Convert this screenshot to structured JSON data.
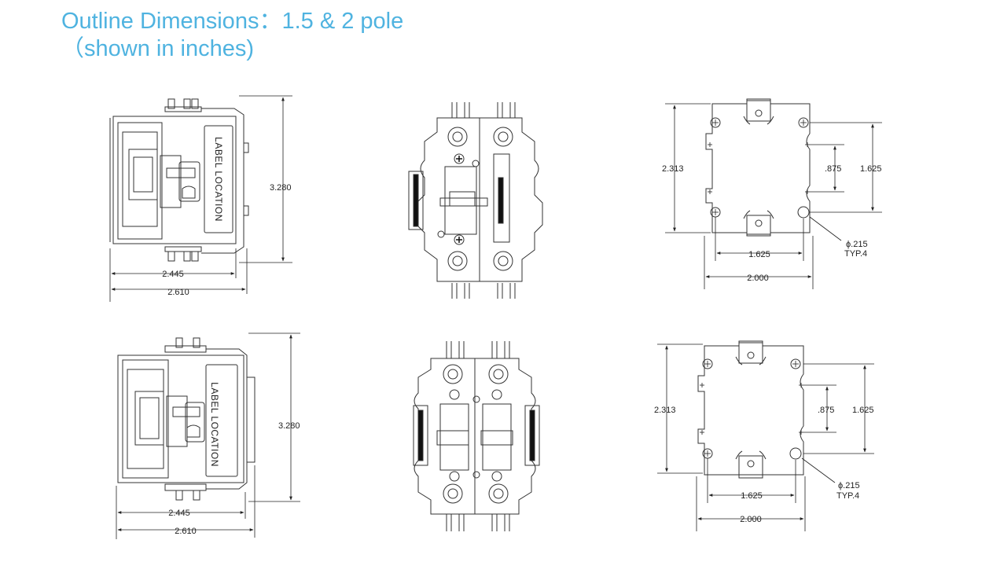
{
  "title": {
    "line1": "Outline Dimensions：1.5 & 2 pole",
    "line2": "（shown in inches)"
  },
  "accent_color": "#4fb3e0",
  "rows": [
    {
      "side_view": {
        "label": "LABEL LOCATION",
        "height": "3.280",
        "width_inner": "2.445",
        "width_outer": "2.610"
      },
      "mount_view": {
        "height": "2.313",
        "hole_spacing_v": ".875",
        "slot_spacing_v": "1.625",
        "hole_spacing_h": "1.625",
        "width": "2.000",
        "hole_dia": "ϕ.215",
        "hole_qty": "TYP.4"
      }
    },
    {
      "side_view": {
        "label": "LABEL LOCATION",
        "height": "3.280",
        "width_inner": "2.445",
        "width_outer": "2.610"
      },
      "mount_view": {
        "height": "2.313",
        "hole_spacing_v": ".875",
        "slot_spacing_v": "1.625",
        "hole_spacing_h": "1.625",
        "width": "2.000",
        "hole_dia": "ϕ.215",
        "hole_qty": "TYP.4"
      }
    }
  ]
}
